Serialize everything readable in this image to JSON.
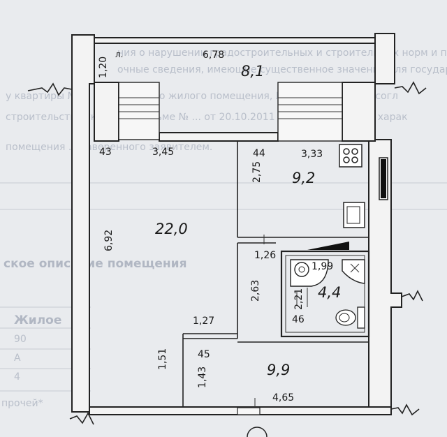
{
  "plan": {
    "balcony": {
      "area": "8,1",
      "length": "6,78",
      "depth": "1,20",
      "unit_mark": "л."
    },
    "living_room": {
      "area": "22,0",
      "width": "3,45",
      "length": "6,92",
      "niche": "43",
      "door_width": "1,27"
    },
    "kitchen": {
      "area": "9,2",
      "width": "3,33",
      "length": "2,75",
      "niche": "44"
    },
    "bathroom": {
      "area": "4,4",
      "width": "1,99",
      "length": "2,21",
      "niche": "46"
    },
    "corridor": {
      "area": "9,9",
      "width": "4,65",
      "length": "2,63",
      "passage": "1,26",
      "niche": "45",
      "segment_a": "1,51",
      "segment_b": "1,43"
    }
  },
  "background": {
    "lines": [
      "ния о нарушении градостроительных и строительных норм и правил, нал",
      "очные сведения, имеющие существенное значение для государственного то",
      "у квартиры № ... присвоенного жилого помещения, № ... также указан согл",
      "строительство указано в письме № ... от 20.10.2011 г. в обращениях ... харак",
      "помещения ... заверенного заявителем."
    ],
    "heading": "ское описание помещения",
    "table_labels": [
      "Жилое",
      "90",
      "А",
      "4",
      "прочей*"
    ]
  },
  "colors": {
    "paper": "#e9ebee",
    "ink": "#1a1a1a",
    "wall": "#f3f3f3"
  }
}
